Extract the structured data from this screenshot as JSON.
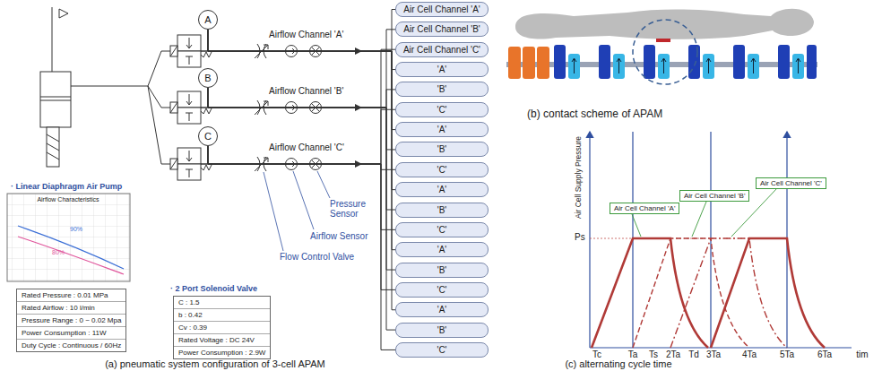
{
  "diagram": {
    "nodes": [
      {
        "text": [
          "A"
        ]
      },
      {
        "text": [
          "B"
        ]
      },
      {
        "text": [
          "C"
        ]
      },
      {
        "text": [
          "Air Cell Channel 'A'"
        ]
      },
      {
        "text": [
          "Air Cell Channel 'B'"
        ]
      },
      {
        "text": [
          "Air Cell Channel 'C'"
        ]
      },
      {
        "text": [
          "'A'"
        ]
      },
      {
        "text": [
          "'B'"
        ]
      },
      {
        "text": [
          "'C'"
        ]
      },
      {
        "text": [
          "'A'"
        ]
      },
      {
        "text": [
          "'B'"
        ]
      },
      {
        "text": [
          "'C'"
        ]
      },
      {
        "text": [
          "'A'"
        ]
      },
      {
        "text": [
          "'B'"
        ]
      },
      {
        "text": [
          "'C'"
        ]
      },
      {
        "text": [
          "'A'"
        ]
      },
      {
        "text": [
          "'B'"
        ]
      },
      {
        "text": [
          "'C'"
        ]
      },
      {
        "text": [
          "'A'"
        ]
      },
      {
        "text": [
          "'B'"
        ]
      },
      {
        "text": [
          "'C'"
        ]
      },
      {
        "text": [
          "Rated Pressure : 0.01 MPa",
          "Rated Airflow : 10 l/min",
          "Pressure Range : 0 ~ 0.02 Mpa",
          "Power Consumption : 11W",
          "Duty Cycle : Continuous / 60Hz"
        ]
      },
      {
        "text": [
          "C : 1.5",
          "b : 0.42",
          "Cv : 0.39",
          "Rated Voltage : DC 24V",
          "Power Consumption : 2.9W"
        ]
      },
      {
        "text": [
          "Air Cell Channel 'A'"
        ]
      },
      {
        "text": [
          "Air Cell Channel 'B'"
        ]
      },
      {
        "text": [
          "Air Cell Channel 'C'"
        ]
      }
    ],
    "edges": [
      {
        "from": 0,
        "to": 3,
        "arrow": "none"
      },
      {
        "from": 0,
        "to": 6,
        "arrow": "none"
      },
      {
        "from": 0,
        "to": 9,
        "arrow": "none"
      },
      {
        "from": 0,
        "to": 12,
        "arrow": "none"
      },
      {
        "from": 0,
        "to": 15,
        "arrow": "none"
      },
      {
        "from": 0,
        "to": 18,
        "arrow": "none"
      },
      {
        "from": 1,
        "to": 4,
        "arrow": "none"
      },
      {
        "from": 1,
        "to": 7,
        "arrow": "none"
      },
      {
        "from": 1,
        "to": 10,
        "arrow": "none"
      },
      {
        "from": 1,
        "to": 13,
        "arrow": "none"
      },
      {
        "from": 1,
        "to": 16,
        "arrow": "none"
      },
      {
        "from": 1,
        "to": 19,
        "arrow": "none"
      },
      {
        "from": 2,
        "to": 5,
        "arrow": "none"
      },
      {
        "from": 2,
        "to": 8,
        "arrow": "none"
      },
      {
        "from": 2,
        "to": 11,
        "arrow": "none"
      },
      {
        "from": 2,
        "to": 14,
        "arrow": "none"
      },
      {
        "from": 2,
        "to": 17,
        "arrow": "none"
      },
      {
        "from": 2,
        "to": 20,
        "arrow": "none"
      }
    ],
    "labels": [
      "Airflow Channel 'A'",
      "Airflow Channel 'B'",
      "Airflow Channel 'C'",
      "· Linear Diaphragm Air Pump",
      "Airflow Characteristics",
      "90%",
      "80%",
      "· 2 Port Solenoid Valve",
      "Pressure Sensor",
      "Airflow Sensor",
      "Flow Control Valve",
      "Air Cell Supply Pressure",
      "Ps",
      "Tc",
      "Ta",
      "Ts",
      "2Ta",
      "Td",
      "3Ta",
      "4Ta",
      "5Ta",
      "6Ta",
      "tim",
      "(a) pneumatic system configuration of 3-cell APAM",
      "(b) contact scheme of APAM",
      "(c) alternating cycle time"
    ]
  }
}
